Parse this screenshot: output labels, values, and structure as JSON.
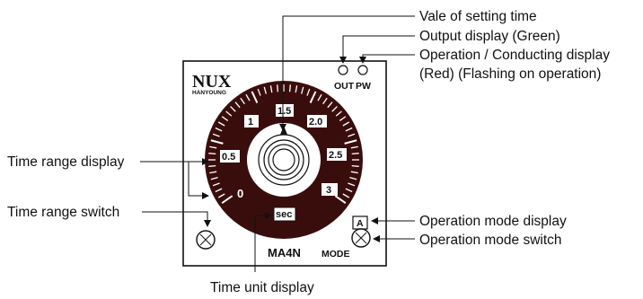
{
  "brand": {
    "logo": "NUX",
    "sub": "HANYOUNG"
  },
  "indicators": {
    "out": "OUT",
    "pw": "PW"
  },
  "dial": {
    "labels": [
      "1",
      "1.5",
      "2.0",
      "0.5",
      "2.5",
      "0",
      "3"
    ],
    "unit_window": "sec"
  },
  "device": {
    "model": "MA4N",
    "mode_label": "MODE",
    "mode_display": "A"
  },
  "callouts": {
    "setting_time": "Vale of setting time",
    "output_display": "Output display (Green)",
    "operation_display_1": "Operation / Conducting display",
    "operation_display_2": "(Red) (Flashing on operation)",
    "time_range_display": "Time range display",
    "time_range_switch": "Time range switch",
    "operation_mode_display": "Operation mode display",
    "operation_mode_switch": "Operation mode switch",
    "time_unit_display": "Time unit display"
  },
  "icons": [
    "arrow-icon",
    "dial-icon",
    "knob-icon",
    "led-icon",
    "switch-icon",
    "logo-icon"
  ],
  "colors": {
    "dial": "#3a0d0d",
    "ink": "#111111",
    "background": "#ffffff"
  }
}
